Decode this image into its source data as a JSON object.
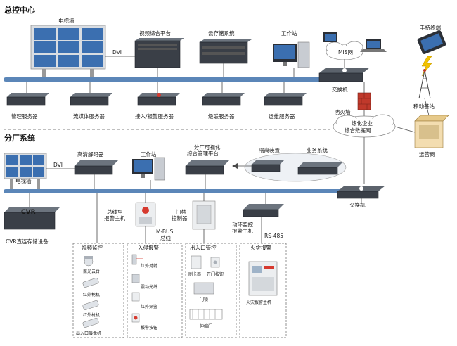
{
  "colors": {
    "bus": "#5b86b8",
    "firewall": "#c0392b",
    "tower": "#e0a000",
    "screen": "#3b6fb0"
  },
  "headquarters": {
    "section_title": "总控中心",
    "tv_wall": "电视墙",
    "dvi_label": "DVI",
    "video_platform": "视频综合平台",
    "cloud_storage": "云存储系统",
    "workstation": "工作站",
    "mis_network": "MIS网",
    "switch": "交换机",
    "firewall": "防火墙",
    "servers": [
      "管理服务器",
      "流媒体服务器",
      "接入/报警服务器",
      "级联服务器",
      "运维服务器"
    ]
  },
  "external": {
    "handheld": "手持终端",
    "base_station": "移动基站",
    "operator_network": "运营商",
    "enterprise_network": "炼化企业\n综合数据网"
  },
  "branch": {
    "section_title": "分厂系统",
    "tv_wall": "电视墙",
    "dvi_label": "DVI",
    "hd_decoder": "高清解码器",
    "workstation": "工作站",
    "visual_platform": "分厂可视化\n综合管理平台",
    "isolation_device": "隔离装置",
    "business_system": "业务系统",
    "switch": "交换机",
    "cvr": "CVR直连存储设备",
    "cvr_badge": "CVR",
    "bus_alarm_host": "总线型\n报警主机",
    "mbus": "M-BUS\n总线",
    "door_controller": "门禁\n控制器",
    "power_monitor_host": "动环监控\n报警主机",
    "rs485": "RS-485"
  },
  "subsystems": {
    "video": {
      "title": "视频监控",
      "items": [
        "聚光云台",
        "红外枪机",
        "红外枪机",
        "出入口摄像机"
      ]
    },
    "intrusion": {
      "title": "入侵报警",
      "items": [
        "红外对射",
        "震动光纤",
        "红外探鉴",
        "报警按钮"
      ]
    },
    "access": {
      "title": "出入口管控",
      "items": [
        "刷卡器",
        "开门按钮",
        "门锁",
        "伸缩门"
      ]
    },
    "fire": {
      "title": "火灾报警",
      "items": [
        "火灾报警主机"
      ]
    }
  }
}
